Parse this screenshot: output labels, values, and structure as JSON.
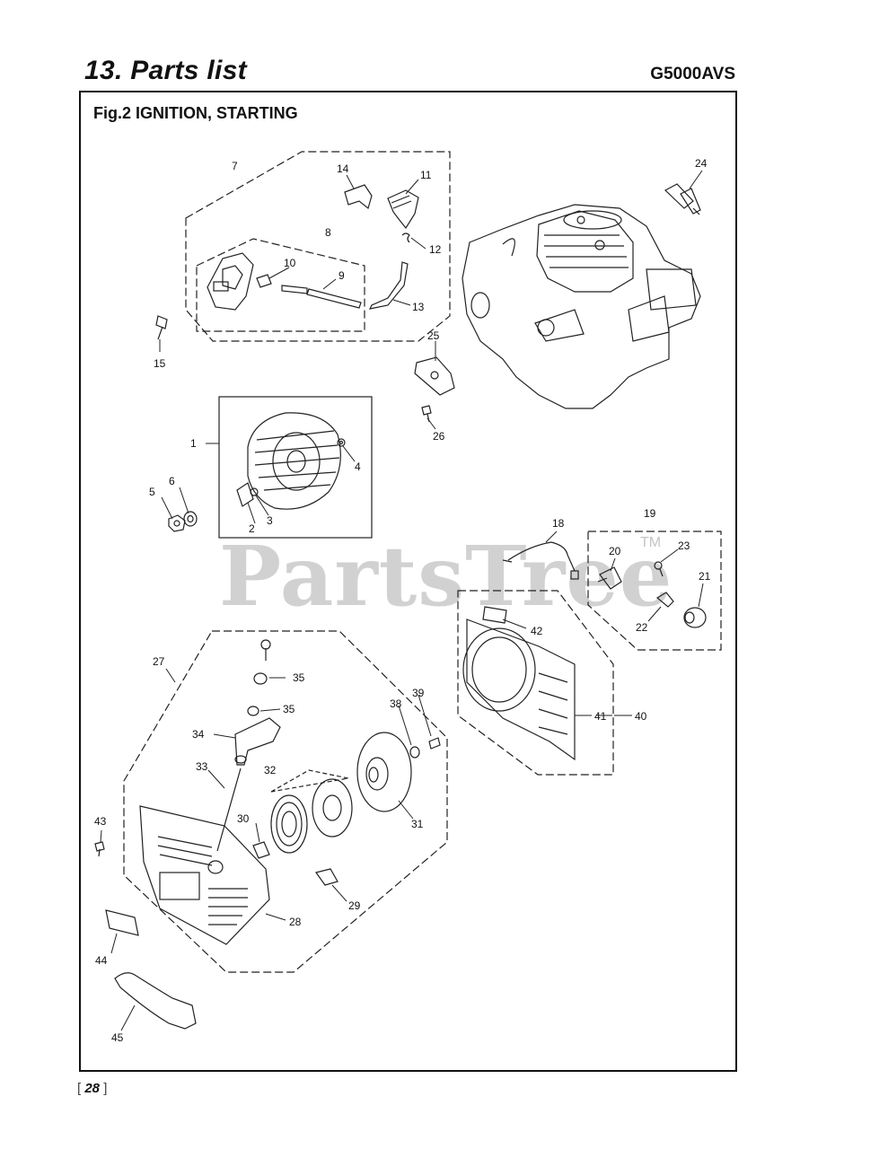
{
  "header": {
    "title": "13. Parts list",
    "model": "G5000AVS"
  },
  "figure": {
    "caption": "Fig.2 IGNITION, STARTING",
    "callouts": [
      "1",
      "2",
      "3",
      "4",
      "5",
      "6",
      "7",
      "8",
      "9",
      "10",
      "11",
      "12",
      "13",
      "14",
      "15",
      "18",
      "19",
      "20",
      "21",
      "22",
      "23",
      "24",
      "25",
      "26",
      "27",
      "28",
      "29",
      "30",
      "31",
      "32",
      "33",
      "34",
      "35",
      "35",
      "38",
      "39",
      "40",
      "41",
      "42",
      "43",
      "44",
      "45"
    ]
  },
  "watermark": {
    "text": "PartsTree",
    "mark": "TM"
  },
  "footer": {
    "page_number": "28"
  }
}
